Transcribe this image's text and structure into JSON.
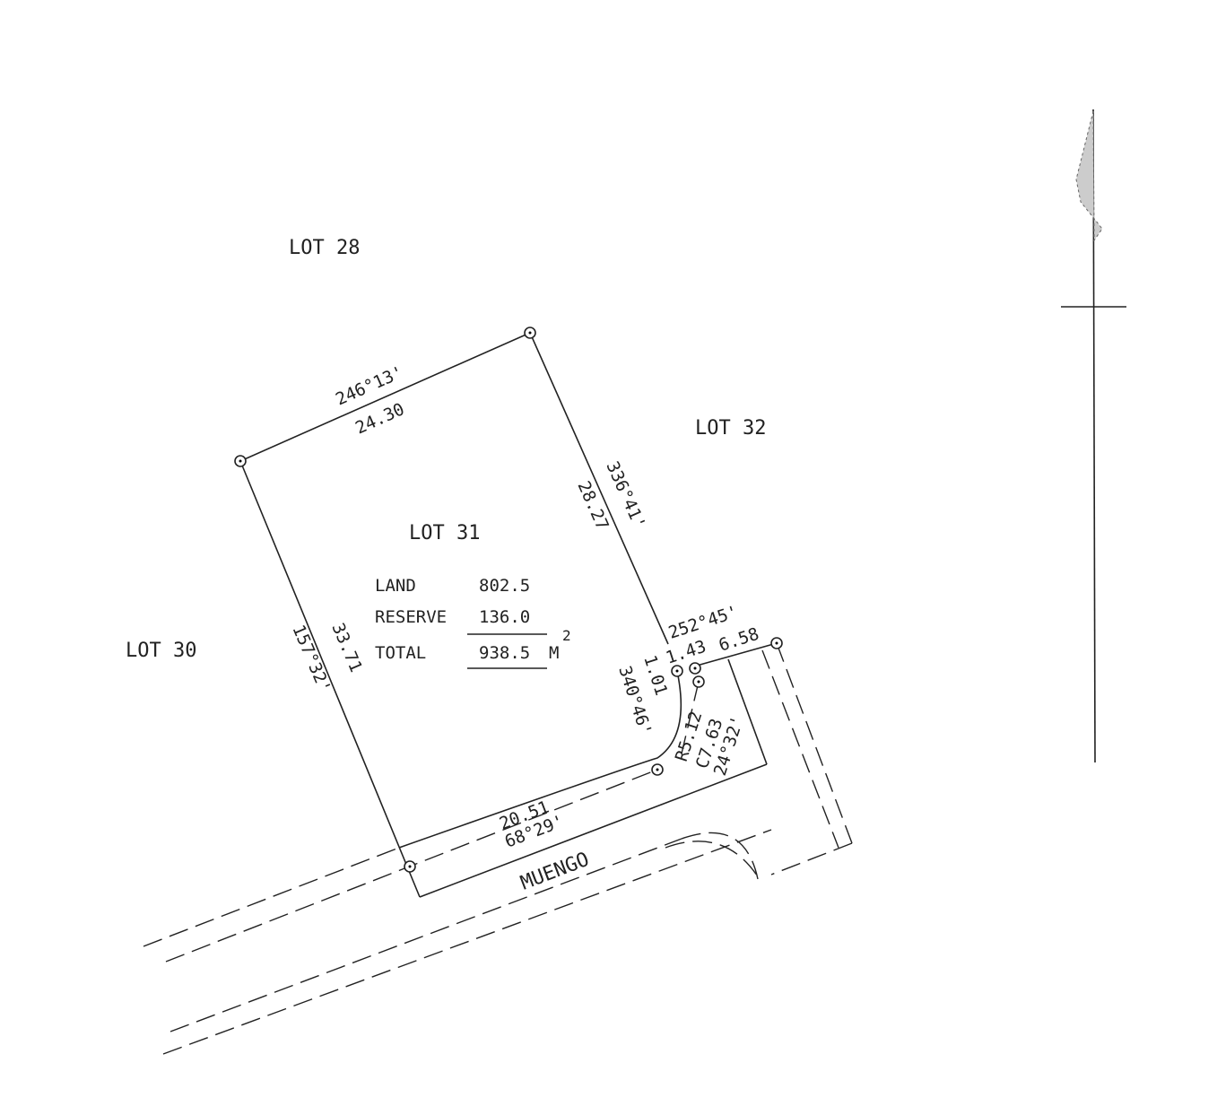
{
  "lots": {
    "lot28": "LOT 28",
    "lot30": "LOT 30",
    "lot31": "LOT 31",
    "lot32": "LOT 32"
  },
  "area_table": {
    "land_label": "LAND",
    "land_value": "802.5",
    "reserve_label": "RESERVE",
    "reserve_value": "136.0",
    "total_label": "TOTAL",
    "total_value": "938.5",
    "unit": "M",
    "unit_exp": "2"
  },
  "dimensions": {
    "top_bearing": "246°13'",
    "top_distance": "24.30",
    "right_bearing": "336°41'",
    "right_distance": "28.27",
    "left_bearing": "157°32'",
    "left_distance": "33.71",
    "bottom_distance": "20.51",
    "bottom_bearing": "68°29'",
    "corner_bearing": "252°45'",
    "corner_distance_a": "1.43",
    "corner_distance_b": "6.58",
    "corner_distance_c": "1.01",
    "corner_bearing_b": "340°46'",
    "curve_radius": "R5.12",
    "curve_chord": "C7.63",
    "curve_angle": "24°32'"
  },
  "street": "MUENGO"
}
